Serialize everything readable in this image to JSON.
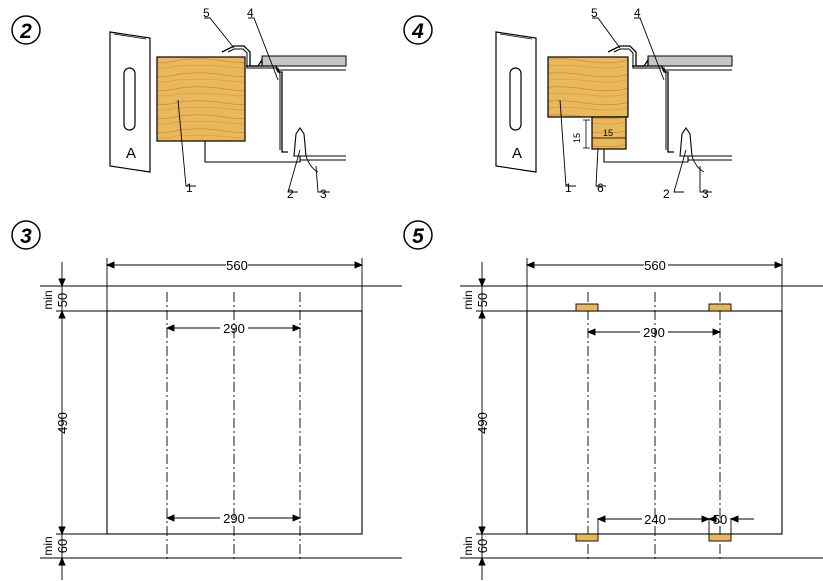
{
  "panel2": {
    "step": "2",
    "callouts": {
      "c1": "1",
      "c2": "2",
      "c3": "3",
      "c4": "4",
      "c5": "5"
    },
    "stamp": "A"
  },
  "panel4": {
    "step": "4",
    "callouts": {
      "c1": "1",
      "c2": "2",
      "c3": "3",
      "c4": "4",
      "c5": "5",
      "c6": "6"
    },
    "dims": {
      "spacer_height": "15",
      "spacer_width": "15"
    },
    "stamp": "A"
  },
  "panel3": {
    "step": "3",
    "dims": {
      "width": "560",
      "top_gap": "50",
      "min_top": "min",
      "height": "490",
      "min_bottom": "min",
      "bottom_gap": "60",
      "spacing_top": "290",
      "spacing_bottom": "290"
    }
  },
  "panel5": {
    "step": "5",
    "dims": {
      "width": "560",
      "top_gap": "50",
      "min_top": "min",
      "height": "490",
      "min_bottom": "min",
      "bottom_gap": "60",
      "spacing_top": "290",
      "spacing_bottom": "240",
      "block_width": "50"
    }
  },
  "colors": {
    "wood": "#e8b65a",
    "wood_grain": "#c88a2c",
    "steel": "#bdbdbd",
    "line": "#000000"
  }
}
